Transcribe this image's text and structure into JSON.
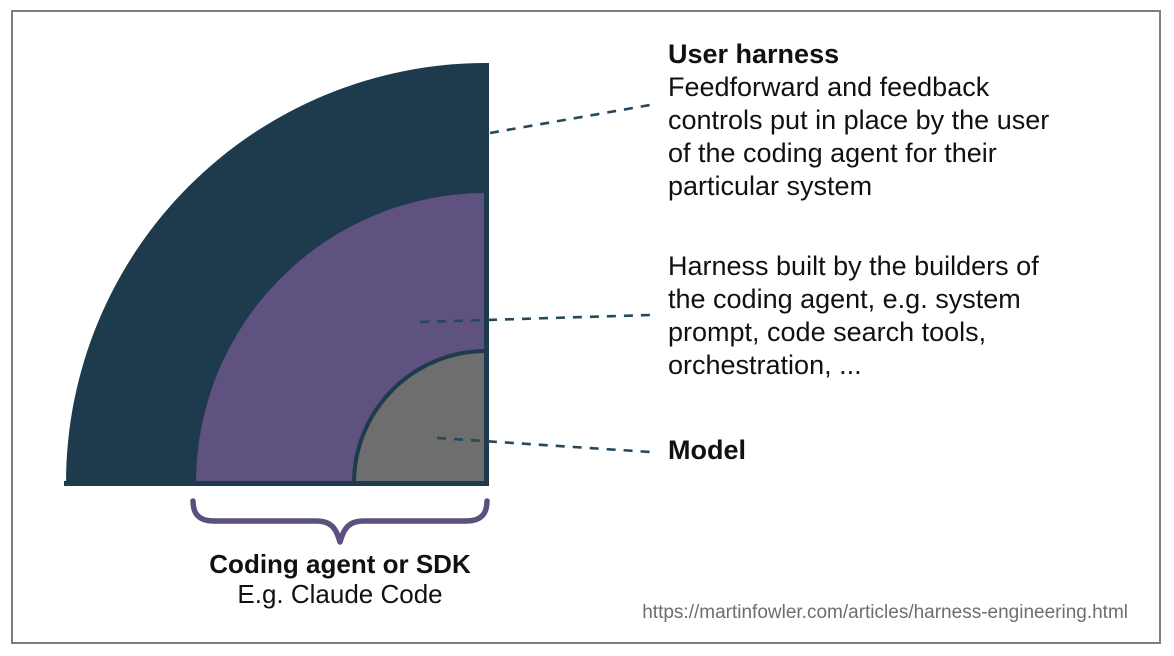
{
  "colors": {
    "outer_layer": "#1d3b4d",
    "middle_layer": "#5f5180",
    "inner_layer": "#6e6e6e",
    "edge_stroke": "#1d3b4d",
    "dashed_line": "#26485c",
    "brace": "#5d4f7e",
    "frame_border": "#7e7e7e",
    "text": "#111111",
    "url_text": "#6e6e6e"
  },
  "diagram": {
    "type": "concentric-quarter-circle-layers",
    "layers": [
      {
        "label": "User harness",
        "position": "outer"
      },
      {
        "label": "Harness built by the builders of the coding agent",
        "position": "middle"
      },
      {
        "label": "Model",
        "position": "inner"
      }
    ]
  },
  "annotations": {
    "user_harness": {
      "title": "User harness",
      "line1": "Feedforward and feedback",
      "line2": "controls put in place by the user",
      "line3": "of the coding agent for their",
      "line4": "particular system"
    },
    "builder_harness": {
      "line1": "Harness built by the builders of",
      "line2": "the coding agent, e.g. system",
      "line3": "prompt, code search tools,",
      "line4": "orchestration, ..."
    },
    "model": {
      "title": "Model"
    }
  },
  "brace_label": {
    "title": "Coding agent or SDK",
    "subtitle": "E.g. Claude Code"
  },
  "source_url": "https://martinfowler.com/articles/harness-engineering.html"
}
